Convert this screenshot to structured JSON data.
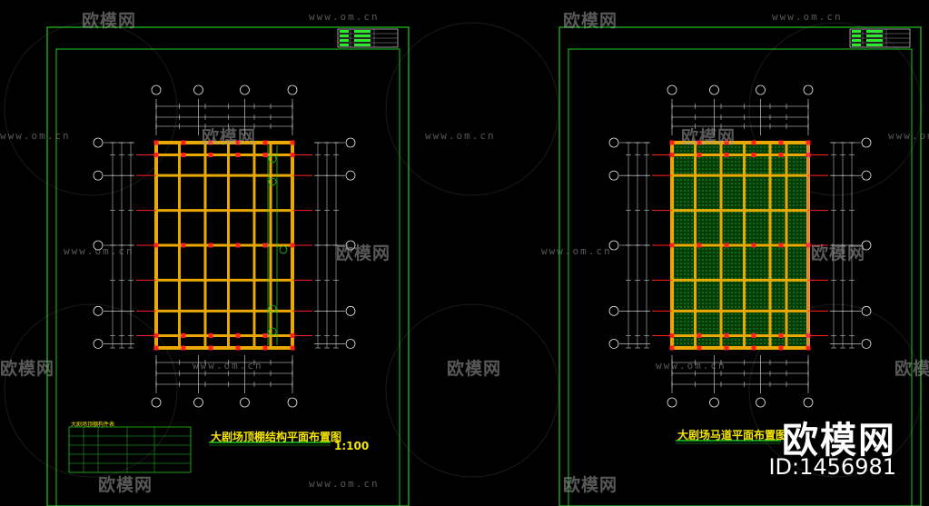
{
  "watermark": {
    "brand": "欧模网",
    "url": "www.om.cn"
  },
  "sheets": [
    {
      "title": "大剧场顶棚结构平面布置图",
      "scale": "1:100",
      "legend_title": "大剧场顶棚构件表"
    },
    {
      "title": "大剧场马道平面布置图",
      "scale": ""
    }
  ],
  "corner": {
    "logo": "欧模网",
    "id_text": "ID:1456981"
  },
  "colors": {
    "frame": "#1ec81e",
    "beam": "#e8a800",
    "column": "#ff2020",
    "dim": "#e8e8e8",
    "hatch": "#0f8c1a"
  }
}
